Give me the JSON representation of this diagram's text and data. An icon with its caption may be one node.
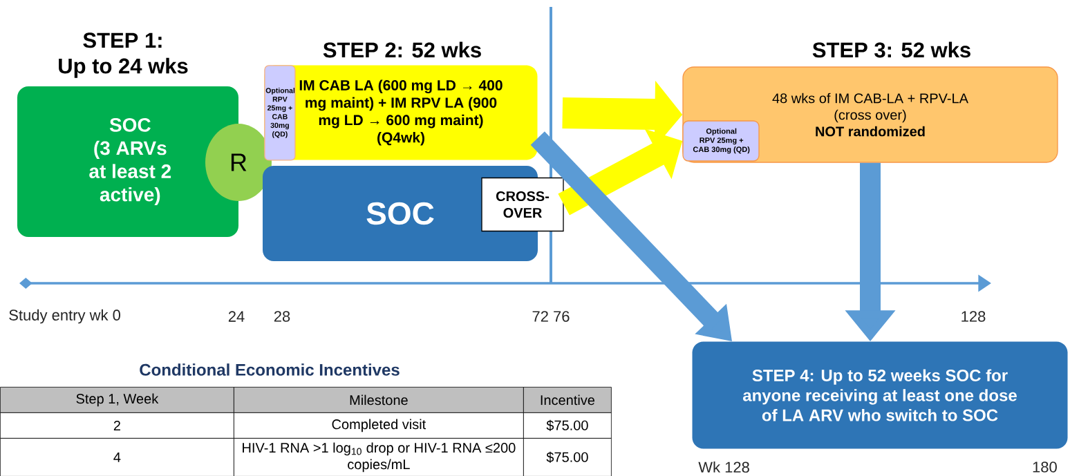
{
  "diagram": {
    "nodes": [
      {
        "text": [
          "STEP 1: Up to 24 wks",
          "SOC (3 ARVs at least 2 active)"
        ]
      },
      {
        "text": [
          "R"
        ]
      },
      {
        "text": [
          "STEP 2: 52 wks",
          "IM CAB LA (600 mg LD → 400 mg maint) + IM RPV LA (900 mg LD → 600 mg maint) (Q4wk)"
        ]
      },
      {
        "text": [
          "Optional RPV 25mg + CAB 30mg (QD)"
        ],
        "in": 2
      },
      {
        "text": [
          "SOC"
        ]
      },
      {
        "text": [
          "CROSS-OVER"
        ]
      },
      {
        "text": [
          "STEP 3: 52 wks",
          "48 wks of IM CAB-LA + RPV-LA (cross over)",
          "NOT randomized"
        ]
      },
      {
        "text": [
          "Optional RPV 25mg + CAB 30mg (QD)"
        ],
        "in": 6
      },
      {
        "text": [
          "STEP 4: Up to 52 weeks SOC for anyone receiving at least one dose of LA ARV who switch to SOC"
        ],
        "beside": [
          "Wk 128",
          "180"
        ]
      }
    ],
    "edges": [
      {
        "from": 2,
        "to": 6,
        "arrow": "to",
        "color": "#ffff00"
      },
      {
        "from": 5,
        "to": 7,
        "arrow": "to",
        "color": "#ffff00"
      },
      {
        "from": 2,
        "to": 8,
        "arrow": "to",
        "color": "#5b9bd5"
      },
      {
        "from": 6,
        "to": 8,
        "arrow": "to",
        "color": "#5b9bd5"
      }
    ],
    "labels": [
      "Study entry wk 0",
      "24",
      "28",
      "72 76",
      "128",
      "Conditional Economic Incentives",
      "Step 1, Week",
      "Milestone",
      "Incentive",
      "2",
      "Completed visit",
      "$75.00",
      "4",
      "HIV-1 RNA >1 log$_{10}$ drop or HIV-1 RNA ≤200 copies/mL",
      "$75.00"
    ]
  }
}
